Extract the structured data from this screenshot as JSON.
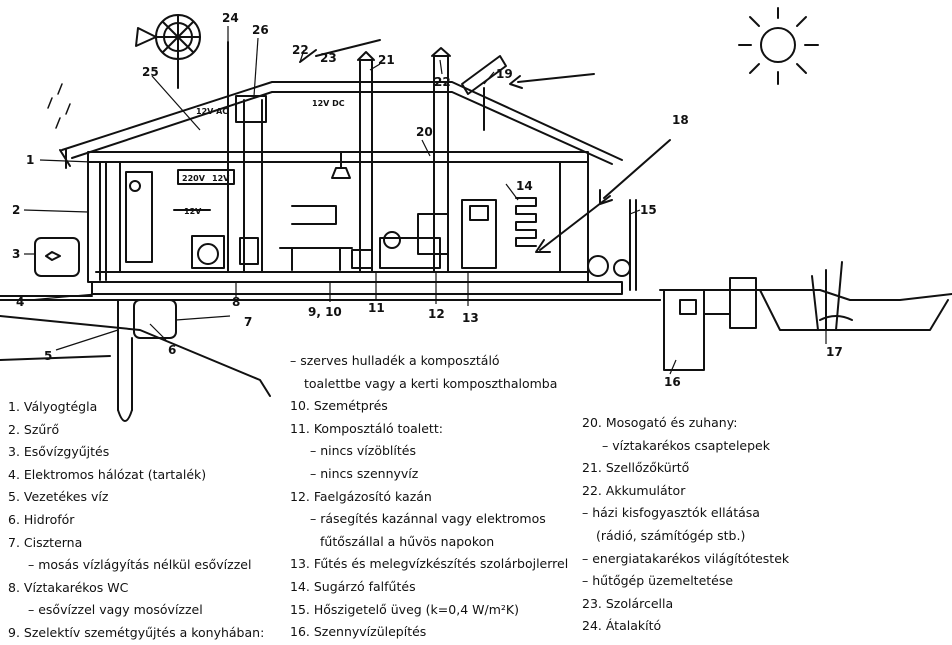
{
  "diagram": {
    "callouts": [
      "1",
      "2",
      "3",
      "4",
      "5",
      "6",
      "7",
      "8",
      "9, 10",
      "11",
      "12",
      "13",
      "14",
      "15",
      "16",
      "17",
      "18",
      "19",
      "20",
      "21",
      "22",
      "23",
      "24",
      "25",
      "26"
    ],
    "panel_labels": {
      "l1": "12V AC",
      "l2": "12V DC",
      "l3": "220V",
      "l4": "12V",
      "l5": "12V"
    }
  },
  "legend": {
    "col1": [
      "1. Vályogtégla",
      "2. Szűrő",
      "3. Esővízgyűjtés",
      "4. Elektromos hálózat (tartalék)",
      "5. Vezetékes víz",
      "6. Hidrofór",
      "7. Ciszterna",
      "– mosás vízlágyítás nélkül esővízzel",
      "8. Víztakarékos WC",
      "– esővízzel vagy mosóvízzel",
      "9. Szelektív szemétgyűjtés a konyhában:"
    ],
    "col2": [
      "– szerves hulladék a komposztáló",
      "toalettbe vagy a kerti komposzthalomba",
      "10. Szemétprés",
      "11. Komposztáló toalett:",
      "– nincs vízöblítés",
      "– nincs szennyvíz",
      "12. Faelgázosító kazán",
      "– rásegítés kazánnal vagy elektromos",
      "fűtőszállal a hűvös napokon",
      "13. Fűtés és melegvízkészítés szolárbojlerrel",
      "14. Sugárzó falfűtés",
      "15. Hőszigetelő üveg (k=0,4 W/m²K)",
      "16. Szennyvízülepítés"
    ],
    "col3": [
      "20. Mosogató és zuhany:",
      "– víztakarékos csaptelepek",
      "21. Szellőzőkürtő",
      "22. Akkumulátor",
      "– házi kisfogyasztók ellátása",
      "(rádió, számítógép stb.)",
      "– energiatakarékos világítótestek",
      "– hűtőgép üzemeltetése",
      "23. Szolárcella",
      "24. Átalakító"
    ]
  }
}
